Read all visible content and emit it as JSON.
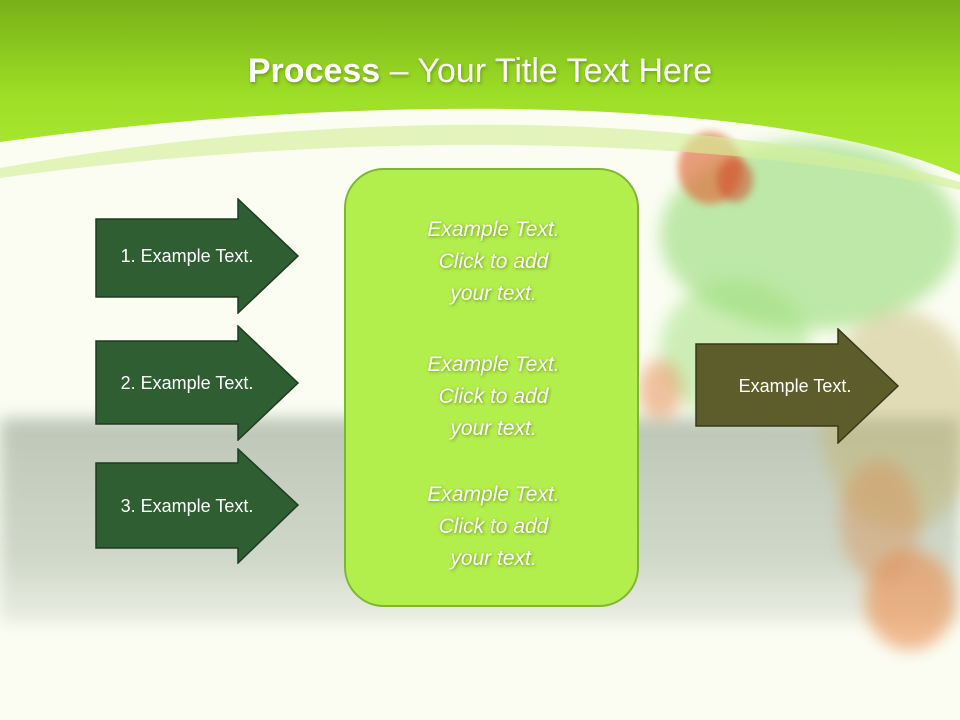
{
  "title": {
    "bold": "Process",
    "rest": " – Your Title Text Here"
  },
  "steps": [
    "1. Example Text.",
    "2. Example Text.",
    "3. Example Text."
  ],
  "center_items": [
    [
      "Example Text.",
      "Click  to add",
      "your text."
    ],
    [
      "Example Text.",
      "Click  to add",
      "your text."
    ],
    [
      "Example Text.",
      "Click  to add",
      "your text."
    ]
  ],
  "result": "Example Text.",
  "colors": {
    "header_green": "#9fe22a",
    "step_arrow": "#2e5e32",
    "result_arrow": "#5d5d2b",
    "center_box": "#b3ef4c"
  }
}
